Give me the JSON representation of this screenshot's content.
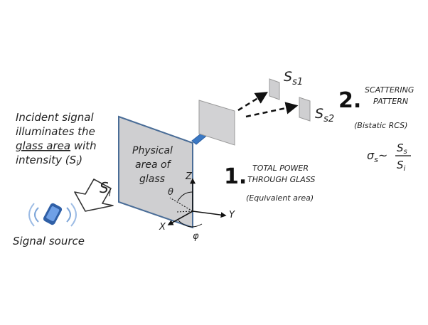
{
  "incident": {
    "line1": "Incident signal",
    "line2": "illuminates the",
    "line3_underlined": "glass area",
    "line3_rest": " with",
    "line4": "intensity (S"
  },
  "source": {
    "label": "Signal source",
    "icon": "phone-signal-icon"
  },
  "glass": {
    "line1": "Physical",
    "line2": "area of",
    "line3": "glass",
    "color": "#cfcfd1",
    "border": "#4a6d97"
  },
  "arrow_label": {
    "base": "S",
    "sub": "i"
  },
  "axes": {
    "z": "Z",
    "y": "Y",
    "x": "X",
    "theta": "θ",
    "phi": "φ"
  },
  "step1": {
    "number": "1.",
    "line1": "TOTAL POWER",
    "line2": "THROUGH GLASS",
    "note": "(Equivalent area)"
  },
  "step2": {
    "number": "2.",
    "line1": "SCATTERING",
    "line2": "PATTERN",
    "note": "(Bistatic RCS)"
  },
  "scattered": {
    "s1": {
      "base": "S",
      "sub": "s1"
    },
    "s2": {
      "base": "S",
      "sub": "s2"
    }
  },
  "formula": {
    "sigma": "σ",
    "sigma_sub": "s",
    "tilde": "~",
    "num": "S",
    "num_sub": "s",
    "den": "S",
    "den_sub": "i"
  },
  "colors": {
    "accent_arrow": "#3a78c4",
    "panel": "#cfcfd1"
  }
}
